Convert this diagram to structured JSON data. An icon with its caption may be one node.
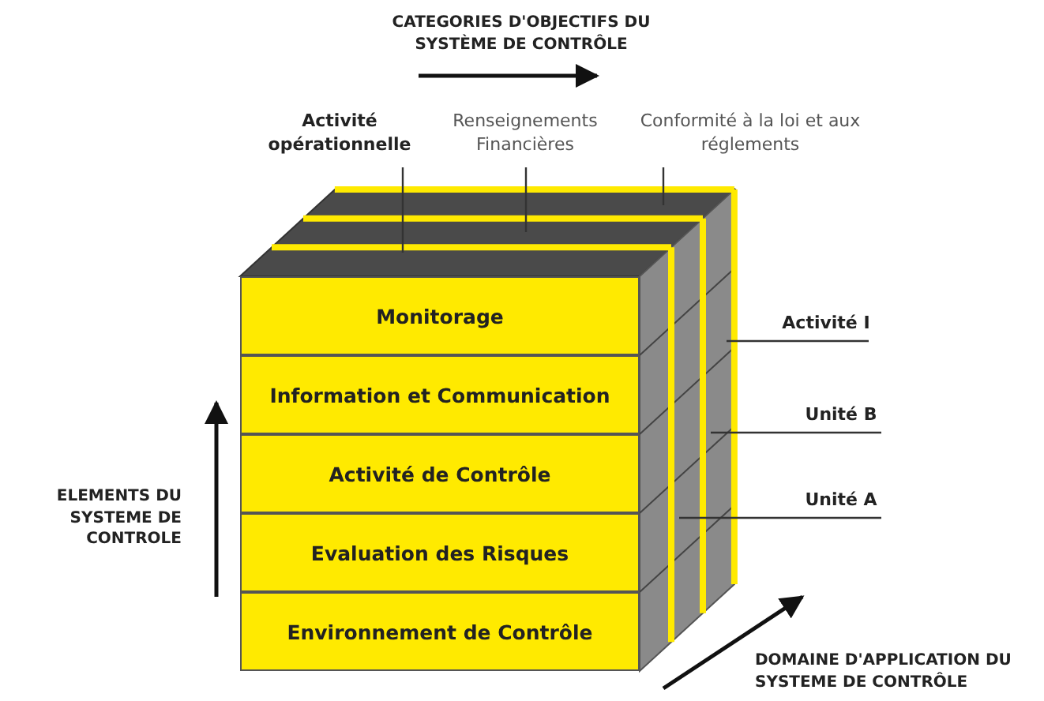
{
  "diagram": {
    "nodes": [
      {
        "text": [
          "Activité opérationnelle"
        ]
      },
      {
        "text": [
          "Renseignements Financières"
        ]
      },
      {
        "text": [
          "Conformité à la loi et aux réglements"
        ]
      },
      {
        "text": [
          "Monitorage"
        ]
      },
      {
        "text": [
          "Information et Communication"
        ]
      },
      {
        "text": [
          "Activité de Contrôle"
        ]
      },
      {
        "text": [
          "Evaluation des Risques"
        ]
      },
      {
        "text": [
          "Environnement de Contrôle"
        ]
      },
      {
        "text": [
          "Activité I"
        ]
      },
      {
        "text": [
          "Unité B"
        ]
      },
      {
        "text": [
          "Unité A"
        ]
      }
    ],
    "edges": [
      {
        "from": 0,
        "to": null,
        "arrow": "none"
      },
      {
        "from": 1,
        "to": null,
        "arrow": "none"
      },
      {
        "from": 2,
        "to": null,
        "arrow": "none"
      },
      {
        "from": 8,
        "to": null,
        "arrow": "none"
      },
      {
        "from": 9,
        "to": null,
        "arrow": "none"
      },
      {
        "from": 10,
        "to": null,
        "arrow": "none"
      }
    ],
    "labels": [
      "CATEGORIES D'OBJECTIFS DU SYSTÈME DE CONTRÔLE",
      "ELEMENTS DU SYSTEME DE CONTROLE",
      "DOMAINE D'APPLICATION DU SYSTEME DE CONTRÔLE"
    ]
  }
}
